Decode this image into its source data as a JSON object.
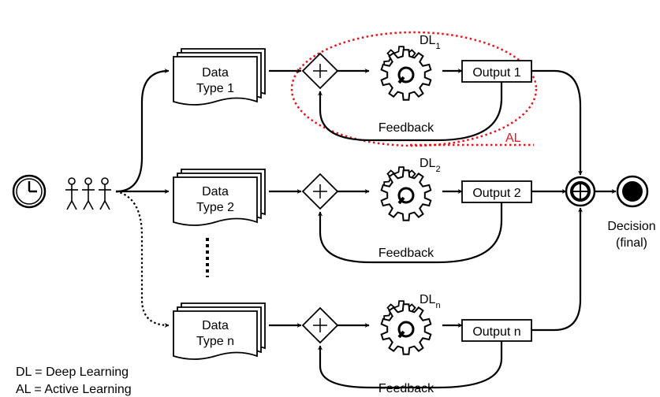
{
  "rows": [
    {
      "data_line1": "Data",
      "data_line2": "Type 1",
      "dl_base": "DL",
      "dl_sub": "1",
      "output": "Output 1",
      "feedback": "Feedback"
    },
    {
      "data_line1": "Data",
      "data_line2": "Type 2",
      "dl_base": "DL",
      "dl_sub": "2",
      "output": "Output 2",
      "feedback": "Feedback"
    },
    {
      "data_line1": "Data",
      "data_line2": "Type n",
      "dl_base": "DL",
      "dl_sub": "n",
      "output": "Output n",
      "feedback": "Feedback"
    }
  ],
  "al_label": "AL",
  "decision": {
    "line1": "Decision",
    "line2": "(final)"
  },
  "legend": {
    "dl": "DL = Deep Learning",
    "al": "AL = Active Learning"
  },
  "colors": {
    "al_highlight": "#e8141c",
    "stroke": "#000000"
  },
  "icons": {
    "clock": "clock-icon",
    "users": "people-icon",
    "gear": "gear-icon",
    "sum": "plus-junction-icon",
    "end": "terminal-decision-icon"
  }
}
